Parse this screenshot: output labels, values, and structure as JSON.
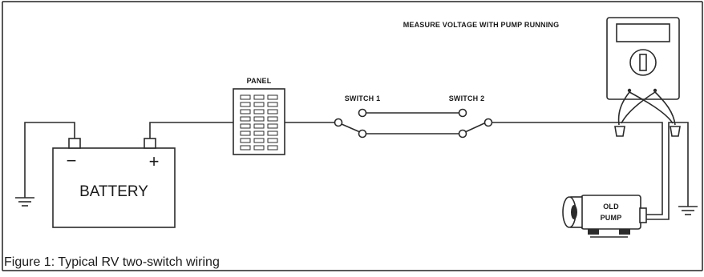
{
  "diagram": {
    "title": "MEASURE VOLTAGE WITH PUMP RUNNING",
    "caption": "Figure 1: Typical RV two-switch wiring",
    "labels": {
      "panel": "PANEL",
      "switch1": "SWITCH 1",
      "switch2": "SWITCH 2",
      "battery": "BATTERY",
      "battery_negative": "−",
      "battery_positive": "+",
      "pump_line1": "OLD",
      "pump_line2": "PUMP"
    }
  }
}
